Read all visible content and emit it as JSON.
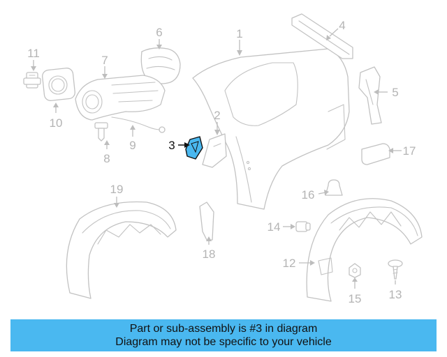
{
  "callouts": [
    "1",
    "2",
    "3",
    "4",
    "5",
    "6",
    "7",
    "8",
    "9",
    "10",
    "11",
    "12",
    "13",
    "14",
    "15",
    "16",
    "17",
    "18",
    "19"
  ],
  "highlighted_part": "3",
  "banner": {
    "line1": "Part or sub-assembly is #3 in diagram",
    "line2": "Diagram may not be specific to your vehicle"
  },
  "colors": {
    "highlight": "#4ab8f0",
    "line_art": "#c2c2c2",
    "callout_text": "#b4b4b4",
    "banner_bg": "#4ab8f0"
  }
}
